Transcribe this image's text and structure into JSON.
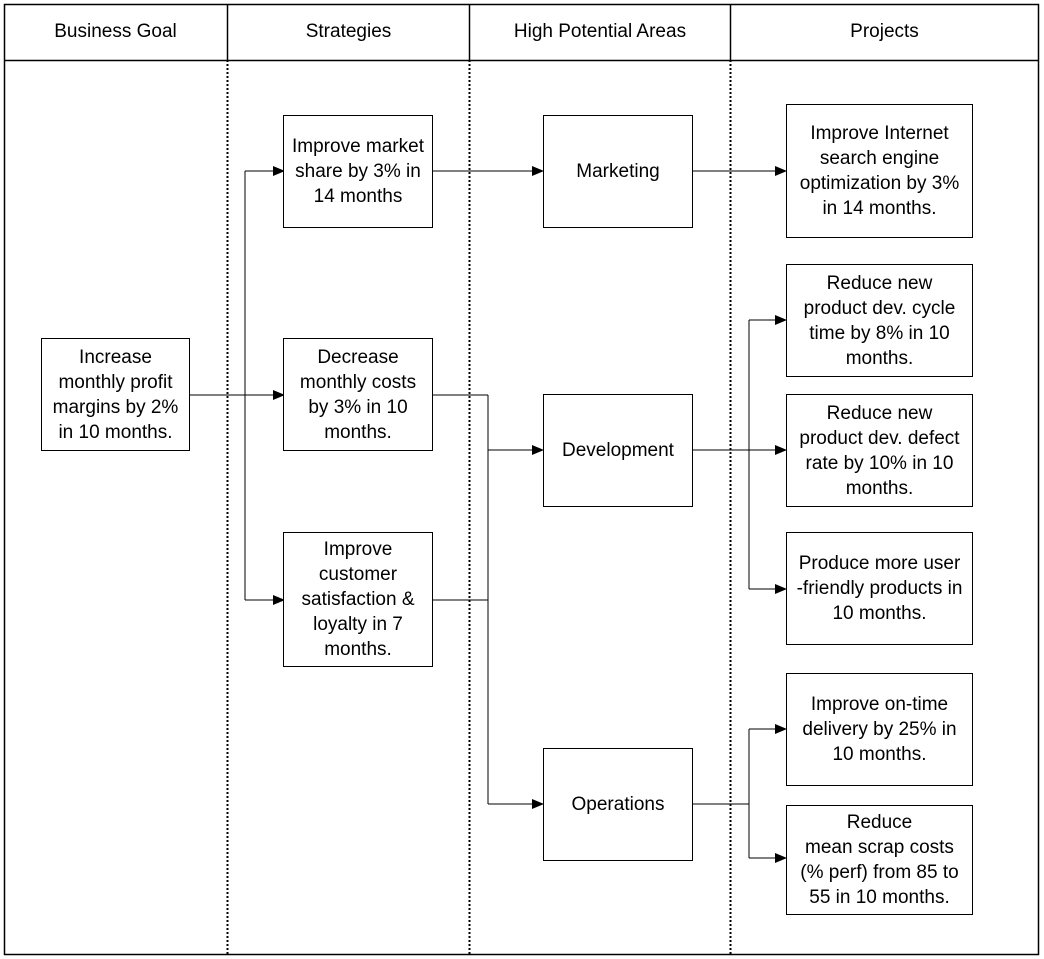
{
  "headers": {
    "business_goal": "Business Goal",
    "strategies": "Strategies",
    "high_potential_areas": "High Potential Areas",
    "projects": "Projects"
  },
  "business_goal": {
    "increase_profit": "Increase\nmonthly profit\nmargins by 2%\nin 10 months."
  },
  "strategies": {
    "market_share": "Improve market\nshare by 3% in\n14 months",
    "decrease_costs": "Decrease\nmonthly costs\nby 3% in 10\nmonths.",
    "customer_satisfaction": "Improve\ncustomer\nsatisfaction &\nloyalty in 7\nmonths."
  },
  "areas": {
    "marketing": "Marketing",
    "development": "Development",
    "operations": "Operations"
  },
  "projects": {
    "seo": "Improve Internet\nsearch engine\noptimization by 3%\nin 14 months.",
    "cycle_time": "Reduce new\nproduct dev. cycle\ntime by 8% in 10\nmonths.",
    "defect_rate": "Reduce new\nproduct dev. defect\nrate by 10% in 10\nmonths.",
    "user_friendly": "Produce more user\n-friendly products in\n10 months.",
    "on_time_delivery": "Improve on-time\ndelivery by 25% in\n10 months.",
    "scrap_costs": "Reduce\nmean  scrap costs\n(% perf) from 85 to\n55 in 10 months."
  }
}
